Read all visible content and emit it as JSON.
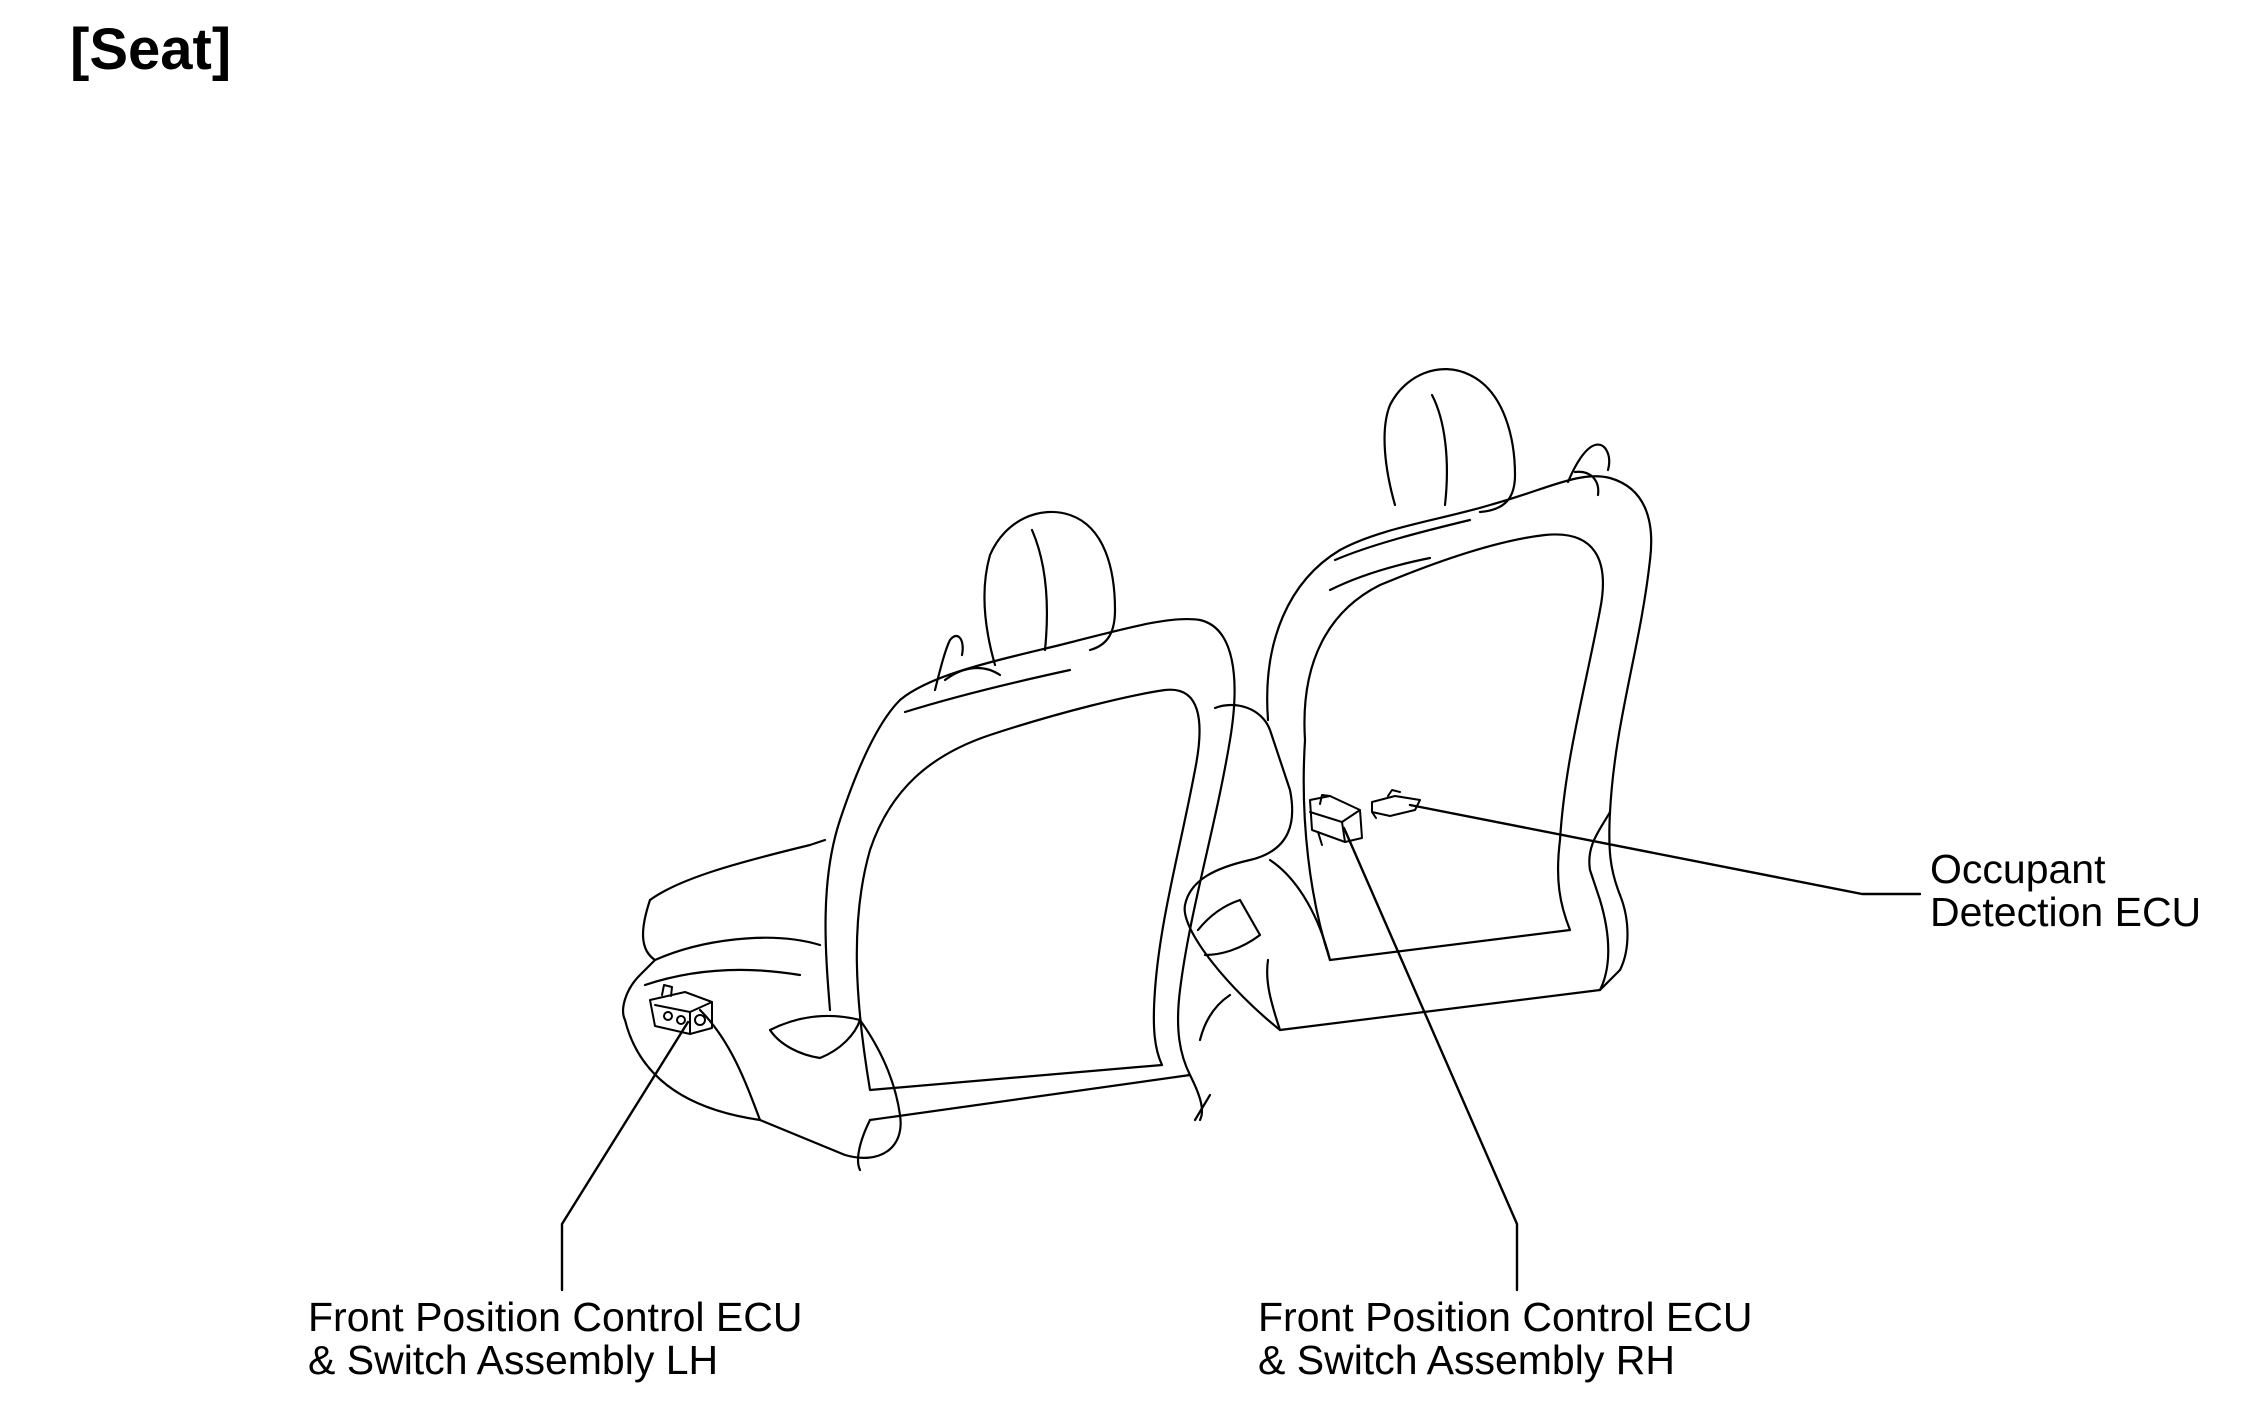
{
  "title": "[Seat]",
  "labels": {
    "lh": {
      "line1": "Front Position Control ECU",
      "line2": "& Switch Assembly LH"
    },
    "rh": {
      "line1": "Front Position Control ECU",
      "line2": "& Switch Assembly RH"
    },
    "occupant": {
      "line1": "Occupant",
      "line2": "Detection ECU"
    }
  }
}
